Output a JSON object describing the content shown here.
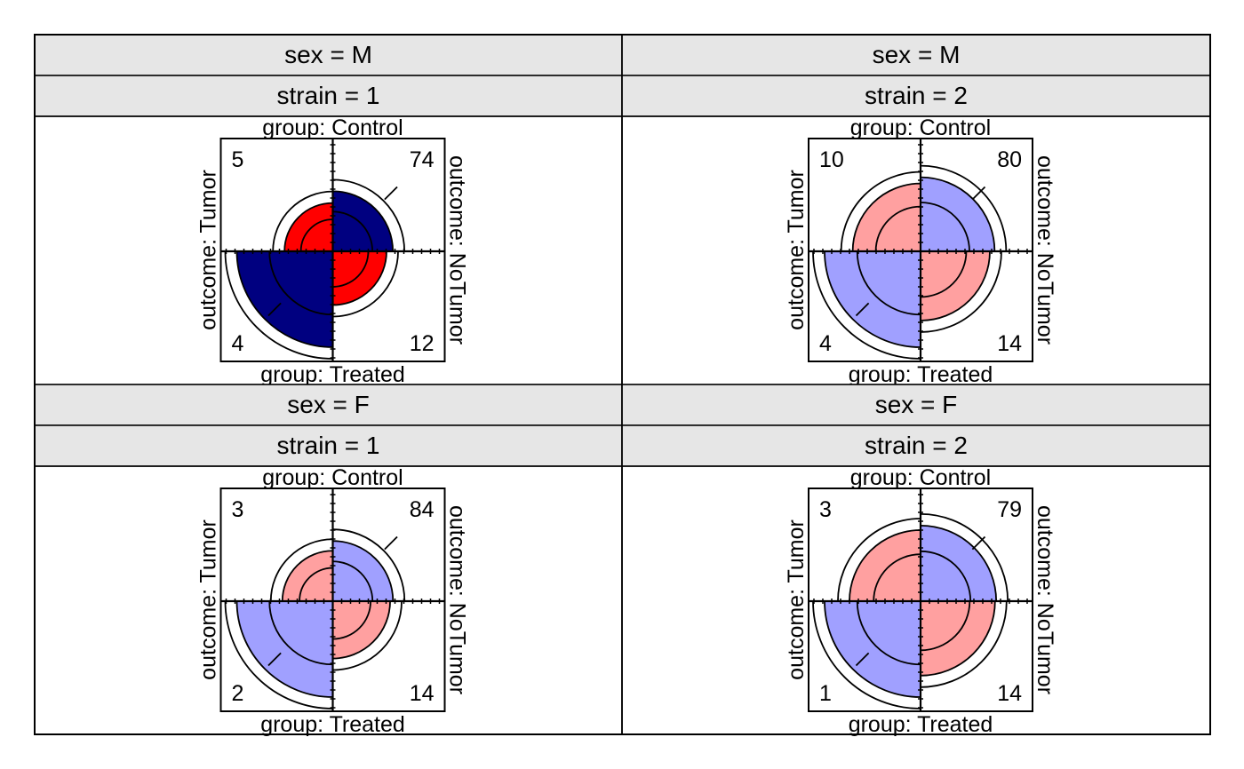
{
  "chart_data": {
    "type": "fourfold",
    "colors": {
      "dark_negative": "#FF0000",
      "dark_positive": "#000080",
      "light_negative": "#FFA0A0",
      "light_positive": "#A0A0FF",
      "strip_background": "#E6E6E6"
    },
    "row_variable": "group",
    "col_variable": "outcome",
    "row_levels": [
      "Control",
      "Treated"
    ],
    "col_levels": [
      "Tumor",
      "NoTumor"
    ],
    "panels": [
      {
        "strips": [
          "sex = M",
          "strain = 1"
        ],
        "counts": {
          "control_tumor": 5,
          "control_notumor": 74,
          "treated_tumor": 4,
          "treated_notumor": 12
        },
        "shading": "dark"
      },
      {
        "strips": [
          "sex = M",
          "strain = 2"
        ],
        "counts": {
          "control_tumor": 10,
          "control_notumor": 80,
          "treated_tumor": 4,
          "treated_notumor": 14
        },
        "shading": "light"
      },
      {
        "strips": [
          "sex = F",
          "strain = 1"
        ],
        "counts": {
          "control_tumor": 3,
          "control_notumor": 84,
          "treated_tumor": 2,
          "treated_notumor": 14
        },
        "shading": "light"
      },
      {
        "strips": [
          "sex = F",
          "strain = 2"
        ],
        "counts": {
          "control_tumor": 3,
          "control_notumor": 79,
          "treated_tumor": 1,
          "treated_notumor": 14
        },
        "shading": "light"
      }
    ]
  }
}
